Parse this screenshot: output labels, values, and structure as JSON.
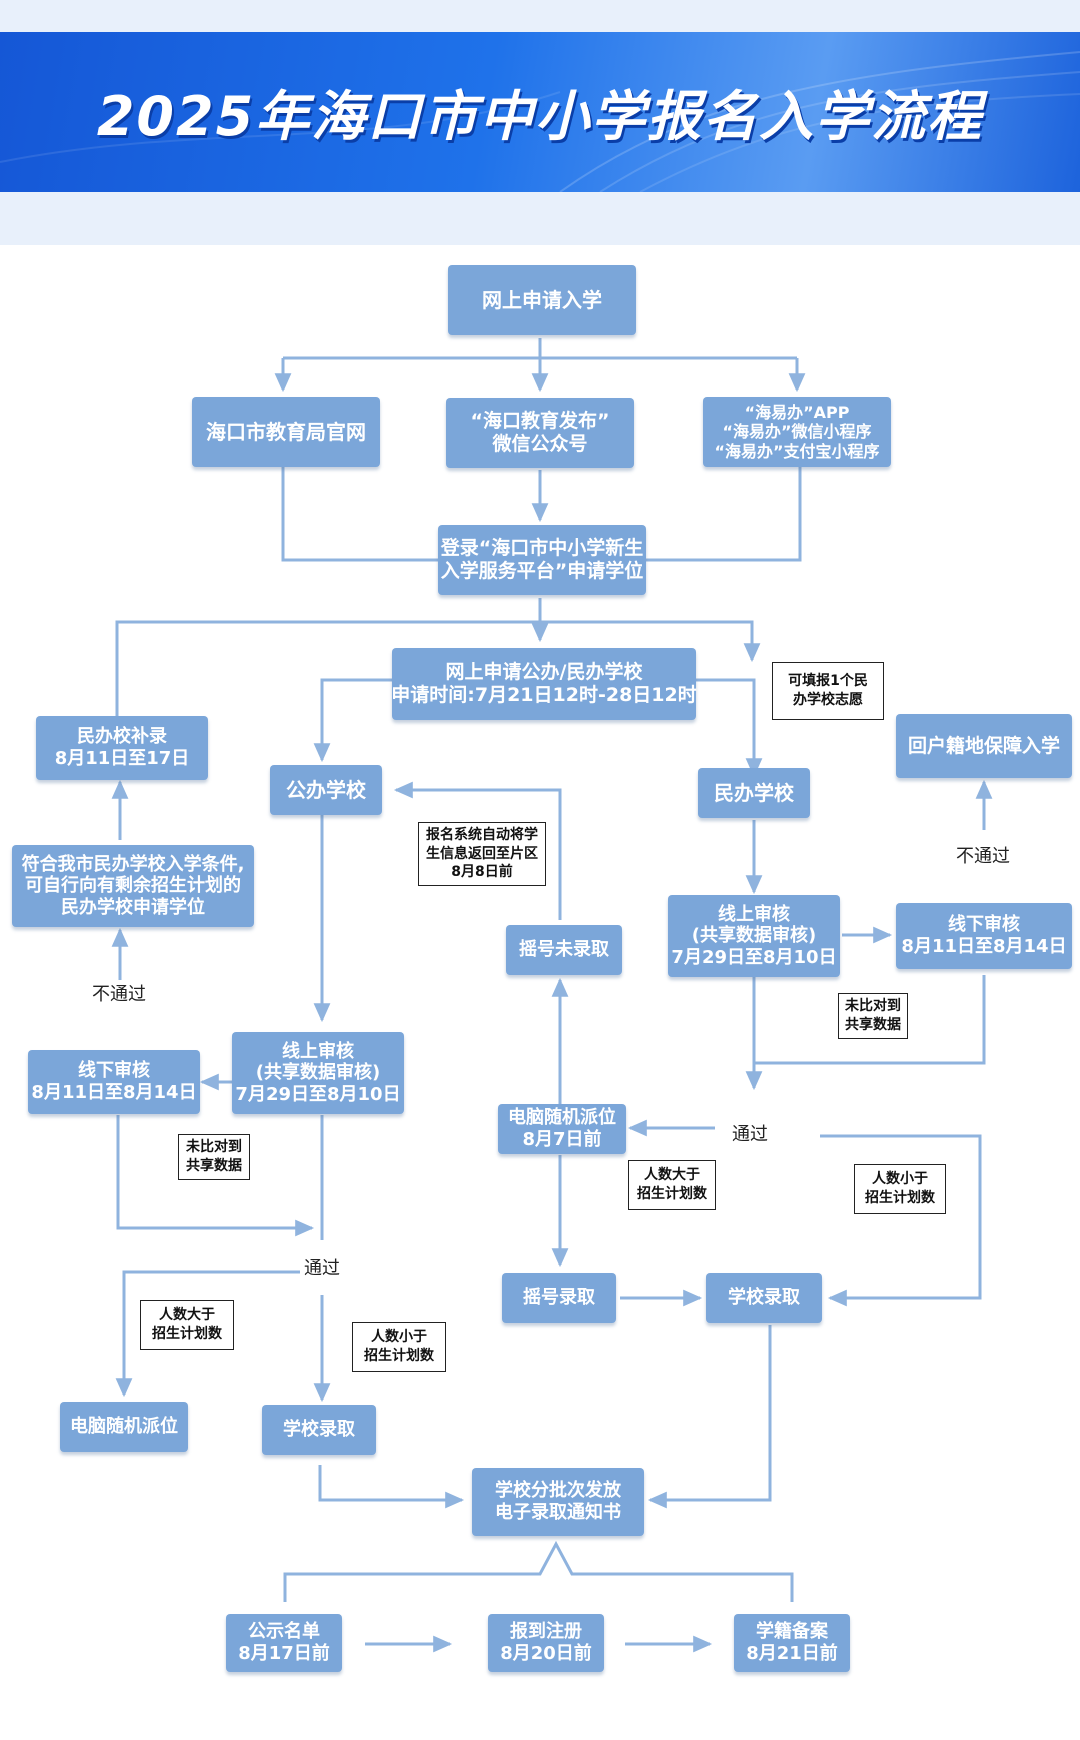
{
  "title": "2025年海口市中小学报名入学流程",
  "colors": {
    "box": "#7ba6d9",
    "line": "#8fb3de",
    "banner": "#1f6fe8",
    "note_border": "#222222"
  },
  "nodes": {
    "apply_online": "网上申请入学",
    "edu_bureau": "海口市教育局官网",
    "wechat_l1": "“海口教育发布”",
    "wechat_l2": "微信公众号",
    "hyb_l1": "“海易办”APP",
    "hyb_l2": "“海易办”微信小程序",
    "hyb_l3": "“海易办”支付宝小程序",
    "platform_l1": "登录“海口市中小学新生",
    "platform_l2": "入学服务平台”申请学位",
    "apply_schools_l1": "网上申请公办/民办学校",
    "apply_schools_l2": "申请时间:7月21日12时-28日12时",
    "private_supp_l1": "民办校补录",
    "private_supp_l2": "8月11日至17日",
    "public_school": "公办学校",
    "private_school": "民办学校",
    "return_hukou": "回户籍地保障入学",
    "eligible_l1": "符合我市民办学校入学条件,",
    "eligible_l2": "可自行向有剩余招生计划的",
    "eligible_l3": "民办学校申请学位",
    "lottery_fail": "摇号未录取",
    "online_review_l1": "线上审核",
    "online_review_l2": "(共享数据审核)",
    "online_review_l3": "7月29日至8月10日",
    "offline_review_l1": "线下审核",
    "offline_review_l2": "8月11日至8月14日",
    "computer_assign_l1": "电脑随机派位",
    "computer_assign_l2": "8月7日前",
    "computer_assign": "电脑随机派位",
    "lottery_admit": "摇号录取",
    "school_admit": "学校录取",
    "notice_l1": "学校分批次发放",
    "notice_l2": "电子录取通知书",
    "publish_l1": "公示名单",
    "publish_l2": "8月17日前",
    "register_l1": "报到注册",
    "register_l2": "8月20日前",
    "record_l1": "学籍备案",
    "record_l2": "8月21日前"
  },
  "notes": {
    "one_private_l1": "可填报1个民",
    "one_private_l2": "办学校志愿",
    "auto_return_l1": "报名系统自动将学",
    "auto_return_l2": "生信息返回至片区",
    "auto_return_l3": "8月8日前",
    "no_match_l1": "未比对到",
    "no_match_l2": "共享数据",
    "more_l1": "人数大于",
    "more_l2": "招生计划数",
    "less_l1": "人数小于",
    "less_l2": "招生计划数"
  },
  "labels": {
    "fail": "不通过",
    "pass": "通过"
  }
}
